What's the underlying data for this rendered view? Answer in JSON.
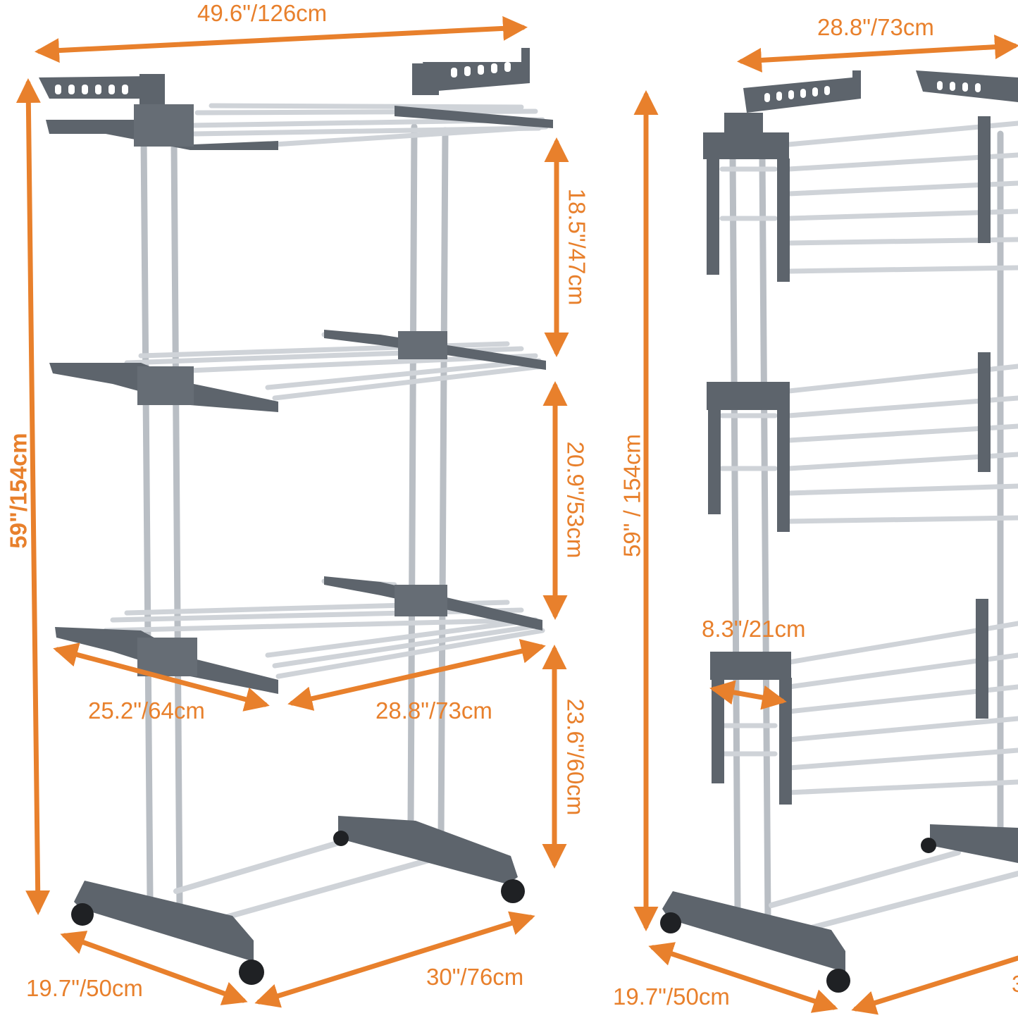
{
  "colors": {
    "dimension": "#e8802c",
    "plastic": "#5d646c",
    "plastic_light": "#767d86",
    "rod": "#c9cdd2",
    "background": "#ffffff"
  },
  "left_view": {
    "overall_width": "49.6\"/126cm",
    "overall_height": "59\"/154cm",
    "top_gap": "18.5\"/47cm",
    "middle_gap": "20.9\"/53cm",
    "bottom_gap": "23.6\"/60cm",
    "wing_depth": "25.2\"/64cm",
    "shelf_width": "28.8\"/73cm",
    "base_depth": "19.7\"/50cm",
    "base_width": "30\"/76cm"
  },
  "right_view": {
    "top_width": "28.8\"/73cm",
    "overall_height": "59\" / 154cm",
    "wing_fold": "8.3\"/21cm",
    "base_depth": "19.7\"/50cm",
    "base_width_partial": "3"
  }
}
